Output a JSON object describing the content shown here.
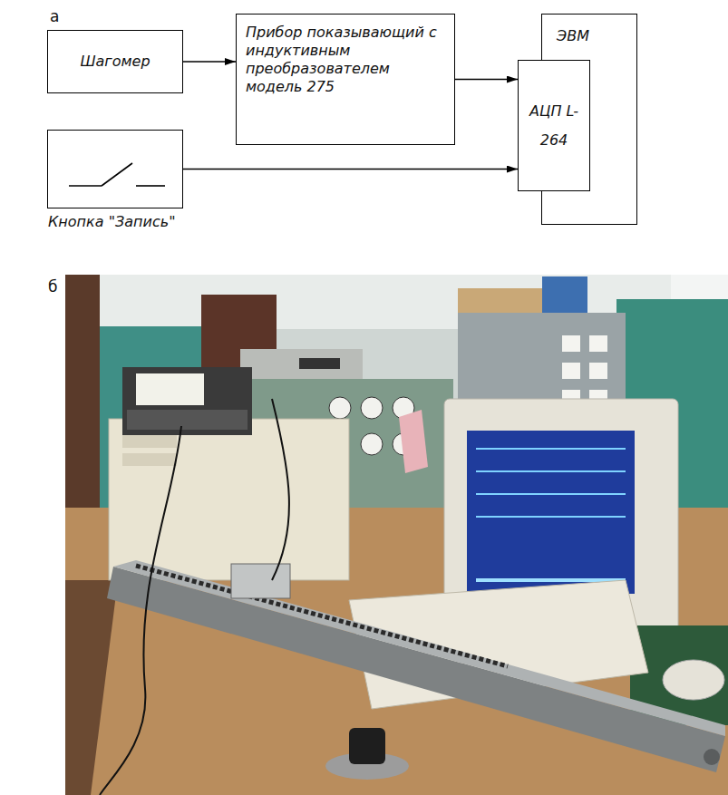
{
  "diagram": {
    "nodes": [
      {
        "text": [
          "Шагомер"
        ]
      },
      {
        "text": [
          "Прибор показывающий с индуктивным преобразователем модель 275"
        ]
      },
      {
        "text": [
          "ЭВМ"
        ]
      },
      {
        "text": [
          "АЦП L-264"
        ],
        "in": 2
      },
      {
        "text": [
          "Кнопка \"Запись\""
        ]
      }
    ],
    "edges": [
      {
        "from": 0,
        "to": 1,
        "arrow": "to"
      },
      {
        "from": 1,
        "to": 3,
        "arrow": "to"
      },
      {
        "from": 4,
        "to": 3,
        "arrow": "to"
      }
    ],
    "labels": [
      "а",
      "б"
    ]
  }
}
